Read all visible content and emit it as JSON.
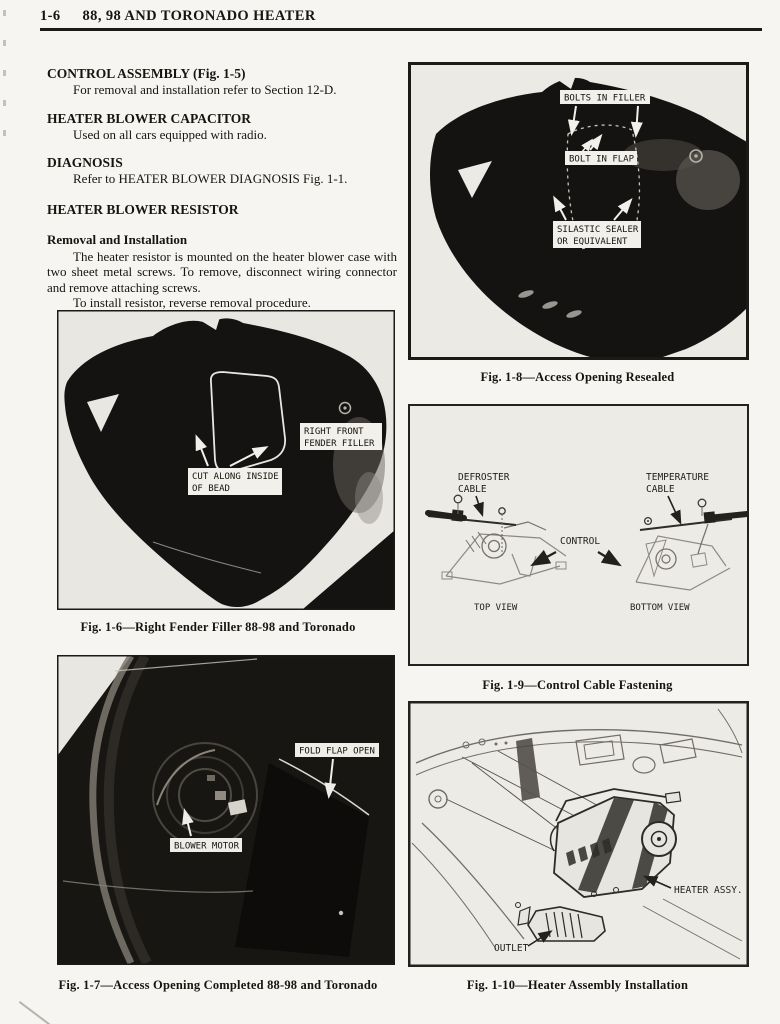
{
  "page": {
    "number": "1-6",
    "title": "88, 98 AND TORONADO HEATER"
  },
  "sections": [
    {
      "heading": "CONTROL ASSEMBLY (Fig. 1-5)",
      "body": "For removal and installation refer to Section 12-D."
    },
    {
      "heading": "HEATER BLOWER CAPACITOR",
      "body": "Used on all cars equipped with radio."
    },
    {
      "heading": "DIAGNOSIS",
      "body": "Refer to HEATER BLOWER DIAGNOSIS Fig. 1-1."
    }
  ],
  "resistor": {
    "heading": "HEATER BLOWER RESISTOR",
    "subheading": "Removal and Installation",
    "para1": "The heater resistor is mounted on the heater blower case with two sheet metal screws. To remove, disconnect wiring connector and remove attaching screws.",
    "para2": "To install resistor, reverse removal procedure."
  },
  "figures": {
    "fig1_6": {
      "caption": "Fig. 1-6—Right Fender Filler 88-98 and Toronado",
      "labels": {
        "cut1": "CUT ALONG INSIDE",
        "cut2": "OF BEAD",
        "rff1": "RIGHT FRONT",
        "rff2": "FENDER FILLER"
      }
    },
    "fig1_7": {
      "caption": "Fig. 1-7—Access Opening Completed 88-98 and Toronado",
      "labels": {
        "fold_flap": "FOLD FLAP OPEN",
        "blower_motor": "BLOWER MOTOR"
      }
    },
    "fig1_8": {
      "caption": "Fig. 1-8—Access Opening Resealed",
      "labels": {
        "bolts_in_filler": "BOLTS IN FILLER",
        "bolt_in_flap": "BOLT IN FLAP",
        "silastic1": "SILASTIC SEALER",
        "silastic2": "OR EQUIVALENT"
      }
    },
    "fig1_9": {
      "caption": "Fig. 1-9—Control Cable Fastening",
      "labels": {
        "defroster1": "DEFROSTER",
        "defroster2": "CABLE",
        "temperature1": "TEMPERATURE",
        "temperature2": "CABLE",
        "control": "CONTROL",
        "top_view": "TOP VIEW",
        "bottom_view": "BOTTOM VIEW"
      }
    },
    "fig1_10": {
      "caption": "Fig. 1-10—Heater Assembly Installation",
      "labels": {
        "heater_assy": "HEATER ASSY.",
        "outlet": "OUTLET"
      }
    }
  },
  "colors": {
    "ink": "#1c1a16",
    "photo_black": "#141311",
    "page_bg": "#f6f5f2"
  }
}
